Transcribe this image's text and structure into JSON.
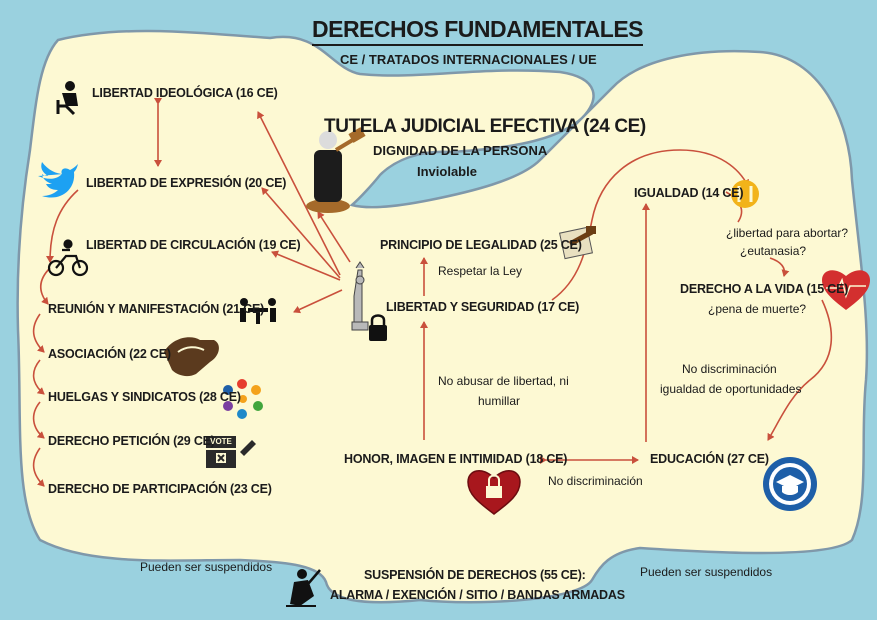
{
  "header": {
    "title": "DERECHOS FUNDAMENTALES",
    "subtitle": "CE / TRATADOS INTERNACIONALES / UE"
  },
  "center": {
    "tutela": "TUTELA JUDICIAL EFECTIVA (24 CE)",
    "dignidad": "DIGNIDAD DE LA PERSONA",
    "inviolable": "Inviolable"
  },
  "left_rights": {
    "ideologica": "LIBERTAD IDEOLÓGICA (16 CE)",
    "expresion": "LIBERTAD DE EXPRESIÓN (20 CE)",
    "circulacion": "LIBERTAD DE CIRCULACIÓN (19 CE)",
    "reunion": "REUNIÓN Y MANIFESTACIÓN (21 CE)",
    "asociacion": "ASOCIACIÓN (22 CE)",
    "huelgas": "HUELGAS Y SINDICATOS (28 CE)",
    "peticion": "DERECHO PETICIÓN (29 CE)",
    "participacion": "DERECHO DE PARTICIPACIÓN (23 CE)"
  },
  "core_rights": {
    "legalidad": "PRINCIPIO DE LEGALIDAD (25 CE)",
    "respetar": "Respetar la Ley",
    "libertad_seguridad": "LIBERTAD Y SEGURIDAD (17 CE)",
    "no_abusar_1": "No abusar de libertad, ni",
    "no_abusar_2": "humillar",
    "honor": "HONOR, IMAGEN E INTIMIDAD (18 CE)",
    "no_discriminacion_bottom": "No discriminación"
  },
  "right_rights": {
    "igualdad": "IGUALDAD (14 CE)",
    "abortar": "¿libertad para abortar?",
    "eutanasia": "¿eutanasia?",
    "vida": "DERECHO A LA VIDA (15 CE)",
    "pena": "¿pena de muerte?",
    "no_discriminacion": "No discriminación",
    "igualdad_oportunidades": "igualdad de oportunidades",
    "educacion": "EDUCACIÓN (27 CE)"
  },
  "bottom": {
    "suspension_1": "SUSPENSIÓN DE DERECHOS (55 CE):",
    "suspension_2": "ALARMA / EXENCIÓN / SITIO / BANDAS ARMADAS",
    "suspendidos_left": "Pueden ser suspendidos",
    "suspendidos_right": "Pueden ser suspendidos"
  },
  "icons": {
    "vote_badge": "VOTE"
  },
  "colors": {
    "background": "#9ad1df",
    "panel": "#fdf9d3",
    "panel_border": "#7f98aa",
    "arrow": "#c9503c",
    "twitter": "#1da1f2",
    "heart": "#d32f2f",
    "handshake": "#5b3a1e",
    "equality": "#f2b31a",
    "education": "#1e5fa8"
  }
}
